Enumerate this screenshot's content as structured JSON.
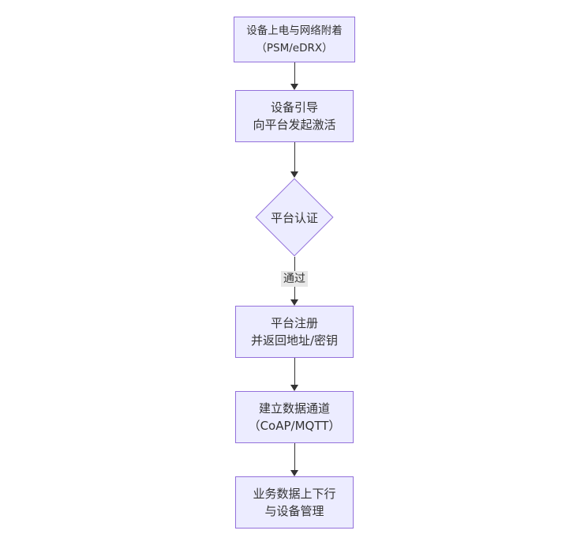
{
  "theme": {
    "canvas_bg": "#ffffff",
    "node_fill": "#ECECFF",
    "node_border": "#9370DB",
    "node_text": "#333333",
    "arrow": "#333333",
    "edge_label_bg": "#e8e8e8",
    "edge_label_text": "#333333"
  },
  "flowchart": {
    "type": "flowchart",
    "direction": "top-down",
    "nodes": [
      {
        "id": "A",
        "shape": "rect",
        "lines": [
          "设备上电与网络附着",
          "（PSM/eDRX）"
        ]
      },
      {
        "id": "B",
        "shape": "rect",
        "lines": [
          "设备引导",
          "向平台发起激活"
        ]
      },
      {
        "id": "C",
        "shape": "diamond",
        "lines": [
          "平台认证"
        ]
      },
      {
        "id": "D",
        "shape": "rect",
        "lines": [
          "平台注册",
          "并返回地址/密钥"
        ]
      },
      {
        "id": "E",
        "shape": "rect",
        "lines": [
          "建立数据通道",
          "（CoAP/MQTT）"
        ]
      },
      {
        "id": "F",
        "shape": "rect",
        "lines": [
          "业务数据上下行",
          "与设备管理"
        ]
      }
    ],
    "edges": [
      {
        "from": "A",
        "to": "B",
        "label": ""
      },
      {
        "from": "B",
        "to": "C",
        "label": ""
      },
      {
        "from": "C",
        "to": "D",
        "label": "通过"
      },
      {
        "from": "D",
        "to": "E",
        "label": ""
      },
      {
        "from": "E",
        "to": "F",
        "label": ""
      }
    ]
  }
}
